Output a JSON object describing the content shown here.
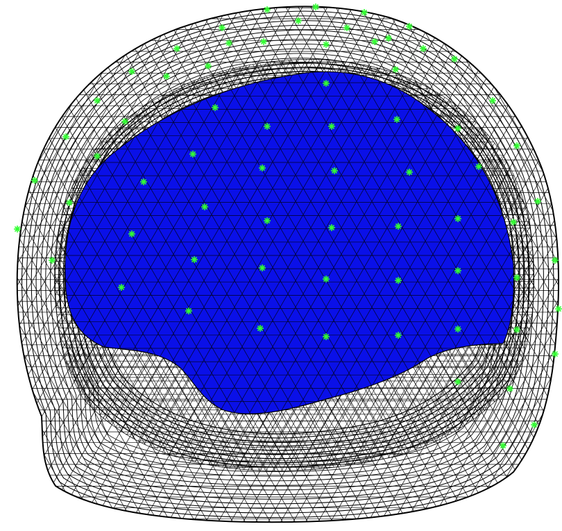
{
  "colors": {
    "background": "#ffffff",
    "cortex_fill": "#0a10e8",
    "cortex_mesh": "#000000",
    "head_mesh": "#000000",
    "sensor_marker": "#33ff33"
  },
  "layers": [
    {
      "id": "scalp-mesh",
      "style": "wireframe"
    },
    {
      "id": "skull-mesh",
      "style": "wireframe"
    },
    {
      "id": "cortex-surface",
      "style": "solid-with-edges"
    },
    {
      "id": "sensor-markers",
      "style": "asterisk"
    }
  ]
}
